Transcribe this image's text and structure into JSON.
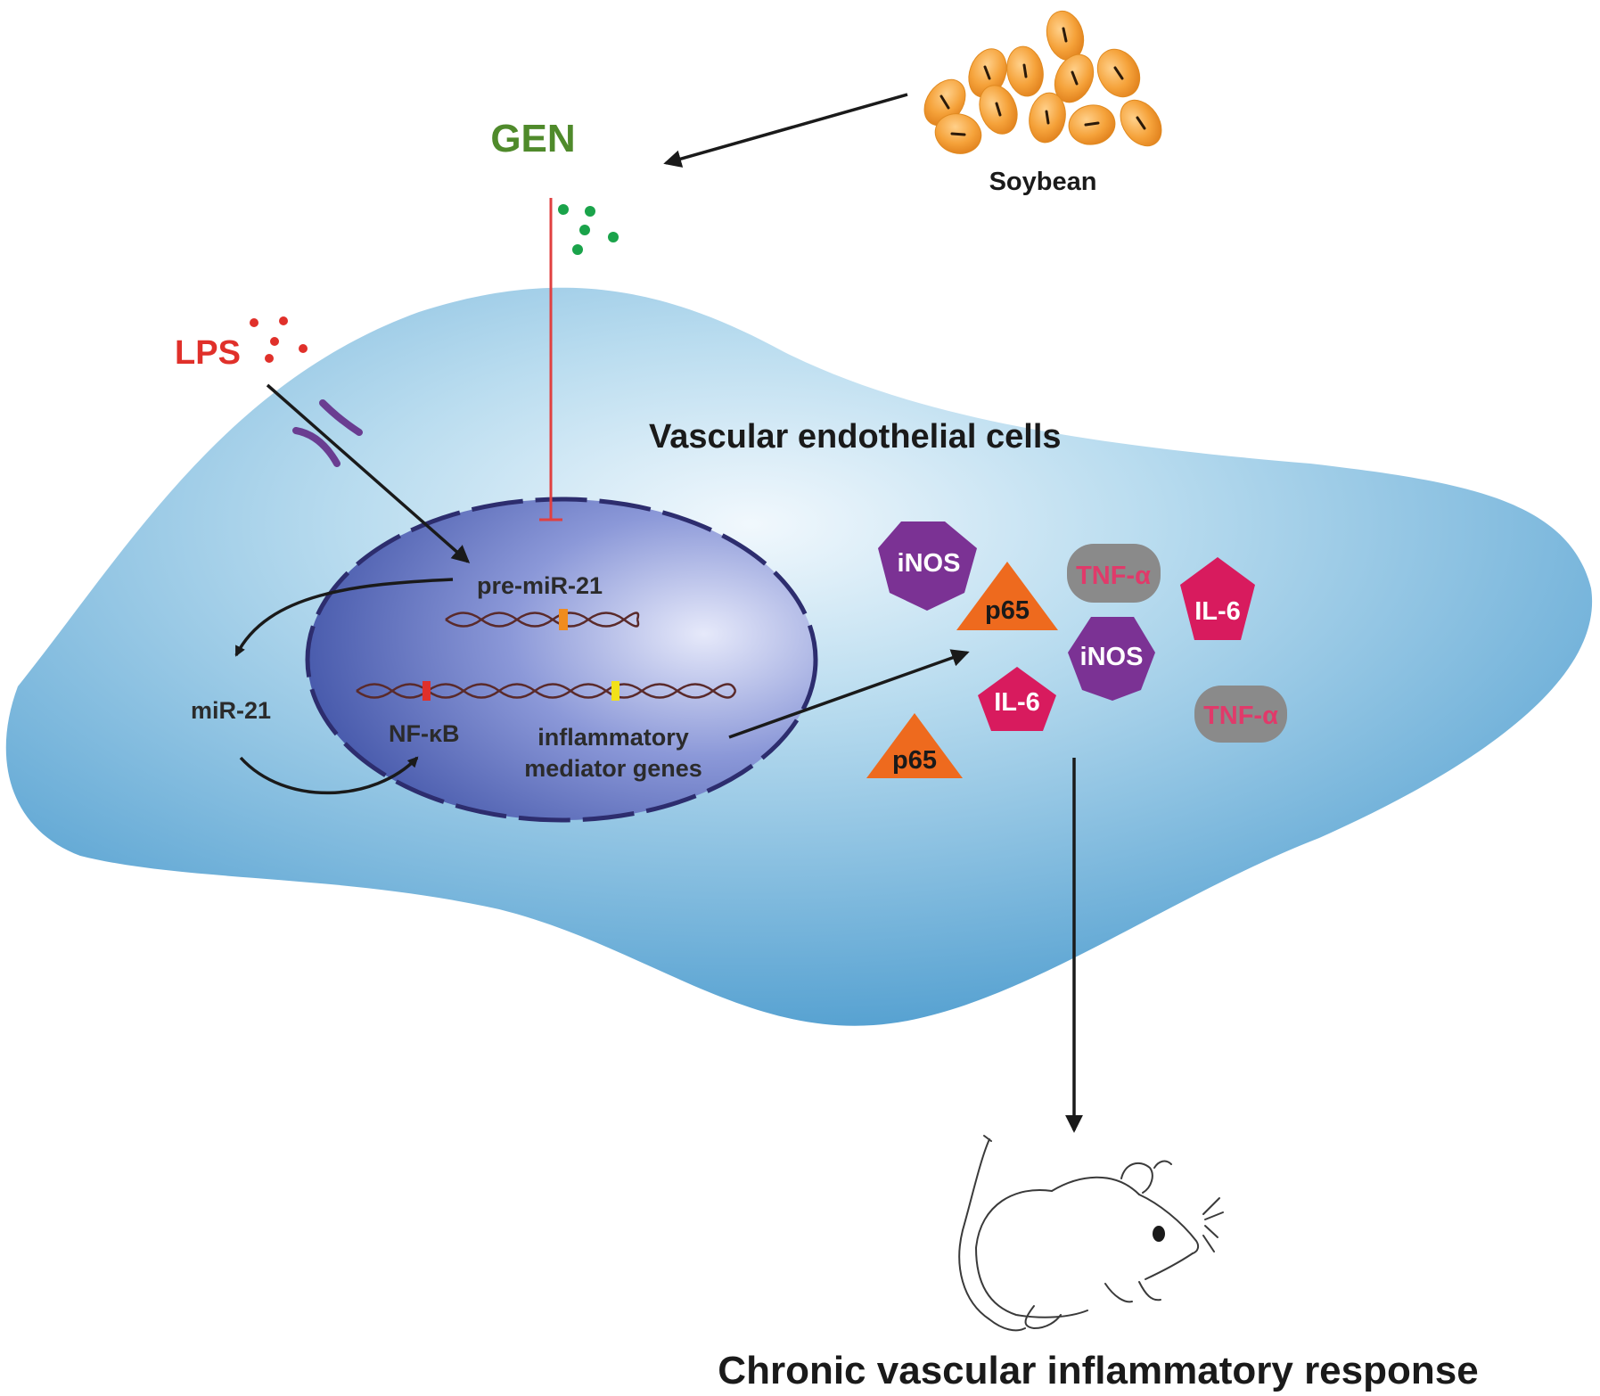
{
  "colors": {
    "cell_light": "#e8f4fb",
    "cell_dark": "#4f9dcf",
    "nucleus_light": "#dfe3f7",
    "nucleus_dark": "#3f52a6",
    "membrane": "#2d2d6e",
    "gen_green": "#4f8a2b",
    "lps_red": "#e0302a",
    "inhibit_red": "#e04040",
    "soy_orange": "#f39a2e",
    "receptor_purple": "#6a3d91",
    "inos_purple": "#7b3294",
    "p65_orange": "#ee6a1e",
    "il6_pink": "#d81b5e",
    "tnf_grey": "#8a8a8a",
    "tnf_text": "#e03a6a"
  },
  "labels": {
    "gen": "GEN",
    "soybean": "Soybean",
    "lps": "LPS",
    "cell": "Vascular endothelial cells",
    "pre_mir21": "pre-miR-21",
    "mir21": "miR-21",
    "nfkb": "NF-κB",
    "mediator_line1": "inflammatory",
    "mediator_line2": "mediator genes",
    "response": "Chronic vascular inflammatory response"
  },
  "mediators": {
    "inos_1": "iNOS",
    "inos_2": "iNOS",
    "p65_1": "p65",
    "p65_2": "p65",
    "tnf_1": "TNF-α",
    "tnf_2": "TNF-α",
    "il6_1": "IL-6",
    "il6_2": "IL-6"
  }
}
